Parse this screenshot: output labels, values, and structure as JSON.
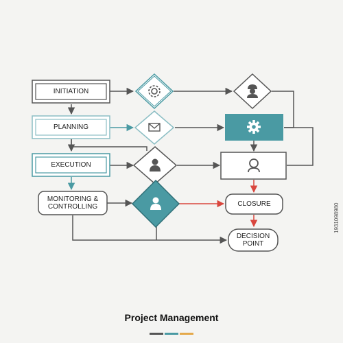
{
  "diagram": {
    "nodes": {
      "initiation": "INITIATION",
      "planning": "PLANNING",
      "execution": "EXECUTION",
      "monitoring": "MONITORING &\nCONTROLLING",
      "closure": "CLOSURE",
      "decision": "DECISION\nPOINT"
    },
    "icons": {
      "d1": "gear-cycle-icon",
      "d2": "envelope-icon",
      "d3": "person-icon",
      "d4": "person-icon",
      "d5": "worker-helmet-icon",
      "settings": "gear-icon",
      "user": "user-icon"
    },
    "title": "Project Management",
    "footer_colors": [
      "#555555",
      "#4a9aa3",
      "#e4a94b"
    ],
    "colors": {
      "teal": "#4a9aa3",
      "red": "#d9463e",
      "gray": "#555555"
    }
  },
  "watermark": "1931098980"
}
